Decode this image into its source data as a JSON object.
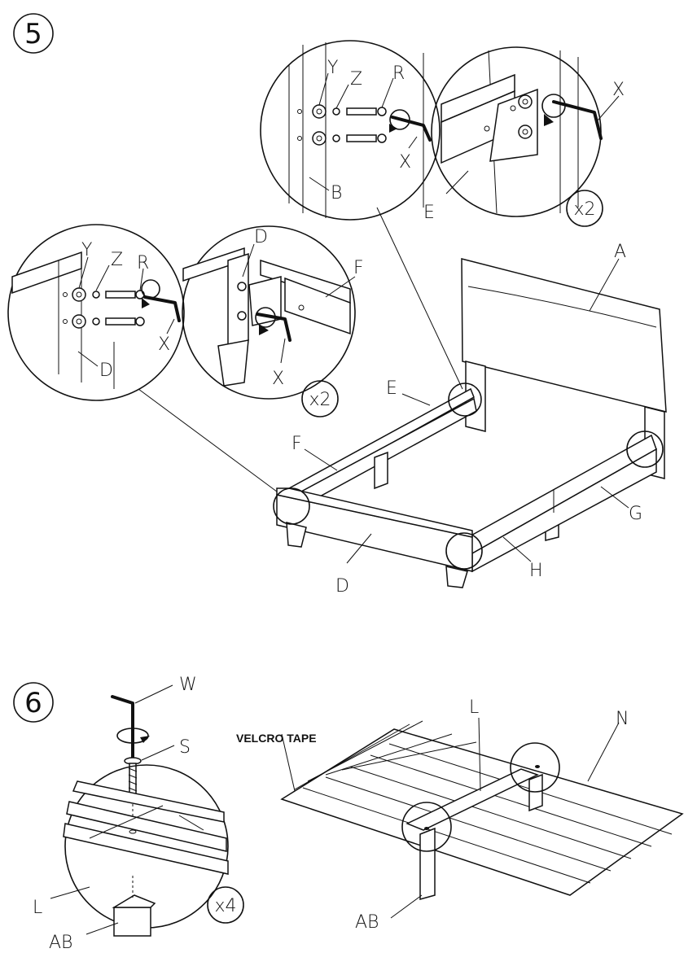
{
  "steps": {
    "step5": "5",
    "step6": "6"
  },
  "multipliers": {
    "top": "x2",
    "middle": "x2",
    "step6": "x4"
  },
  "labels": {
    "A": "A",
    "B": "B",
    "D": "D",
    "E": "E",
    "F": "F",
    "G": "G",
    "H": "H",
    "L": "L",
    "N": "N",
    "R": "R",
    "S": "S",
    "W": "W",
    "X": "X",
    "Y": "Y",
    "Z": "Z",
    "AB": "AB"
  },
  "callouts": {
    "velcro_tape": "VELCRO TAPE"
  }
}
